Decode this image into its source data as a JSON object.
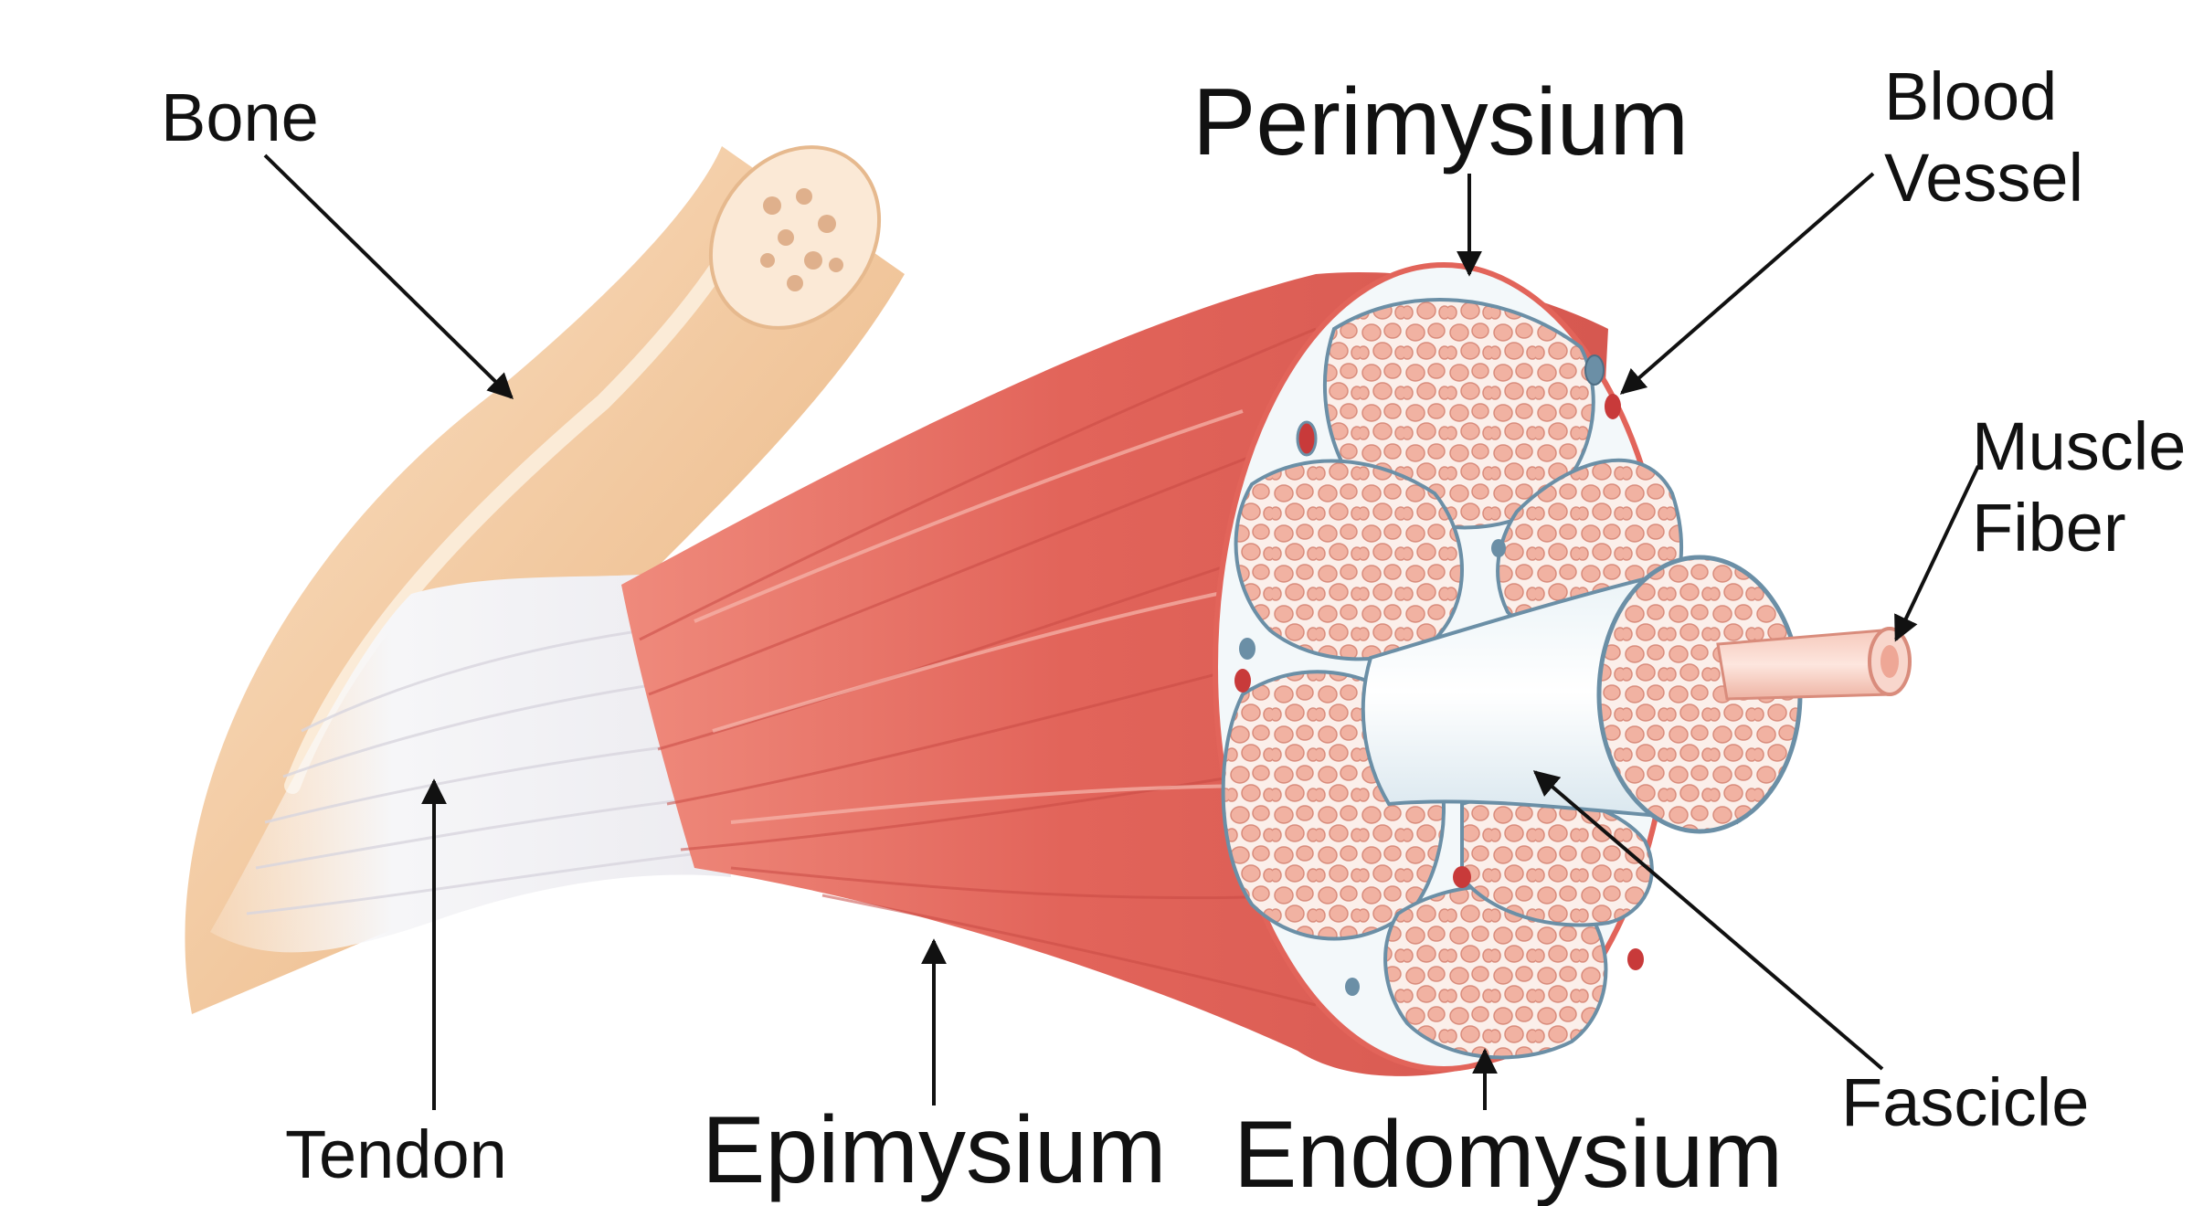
{
  "labels": {
    "bone": "Bone",
    "tendon": "Tendon",
    "epimysium": "Epimysium",
    "perimysium": "Perimysium",
    "endomysium": "Endomysium",
    "blood_vessel_line1": "Blood",
    "blood_vessel_line2": "Vessel",
    "muscle_fiber_line1": "Muscle",
    "muscle_fiber_line2": "Fiber",
    "fascicle": "Fascicle"
  },
  "colors": {
    "bone": "#f2c9a0",
    "bone_highlight": "#fbe6d0",
    "tendon": "#f4f4f6",
    "muscle": "#e2645a",
    "muscle_dark": "#c94a44",
    "sheath": "#f3f8fa",
    "sheath_outline": "#6b8fa6",
    "fiber": "#f2b5a6",
    "fiber_outline": "#d98c7c",
    "vessel": "#c83a3a",
    "arrow": "#111111"
  }
}
